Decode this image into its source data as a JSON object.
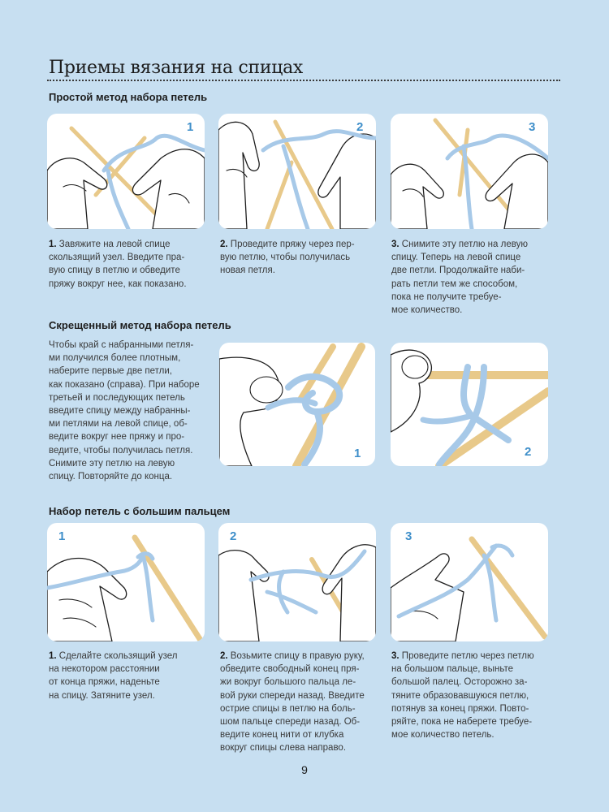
{
  "page": {
    "title": "Приемы вязания на спицах",
    "number": "9"
  },
  "sections": {
    "simple": {
      "heading": "Простой метод набора петель",
      "steps": [
        {
          "num": "1",
          "lead": "1.",
          "lines": [
            "Завяжите на левой спице",
            "скользящий узел. Введите пра-",
            "вую спицу в петлю и обведите",
            "пряжу вокруг нее, как показано."
          ]
        },
        {
          "num": "2",
          "lead": "2.",
          "lines": [
            "Проведите пряжу через пер-",
            "вую петлю, чтобы получилась",
            "новая петля."
          ]
        },
        {
          "num": "3",
          "lead": "3.",
          "lines": [
            "Снимите эту петлю на левую",
            "спицу. Теперь на левой спице",
            "две петли. Продолжайте наби-",
            "рать петли тем же способом,",
            "пока не получите требуе-",
            "мое количество."
          ]
        }
      ]
    },
    "crossed": {
      "heading": "Скрещенный метод набора петель",
      "lines": [
        "Чтобы край с набранными петля-",
        "ми получился более плотным,",
        "наберите первые две петли,",
        "как показано (справа). При наборе",
        "третьей и последующих петель",
        "введите спицу между набранны-",
        "ми петлями на левой спице, об-",
        "ведите вокруг нее пряжу и про-",
        "ведите, чтобы получилась петля.",
        "Снимите эту петлю на левую",
        "спицу. Повторяйте до конца."
      ],
      "steps": [
        {
          "num": "1"
        },
        {
          "num": "2"
        }
      ]
    },
    "thumb": {
      "heading": "Набор петель с большим пальцем",
      "steps": [
        {
          "num": "1",
          "lead": "1.",
          "lines": [
            "Сделайте скользящий узел",
            "на некотором расстоянии",
            "от конца пряжи, наденьте",
            "на спицу. Затяните узел."
          ]
        },
        {
          "num": "2",
          "lead": "2.",
          "lines": [
            "Возьмите спицу в правую руку,",
            "обведите свободный конец пря-",
            "жи вокруг большого пальца ле-",
            "вой руки спереди назад. Введите",
            "острие спицы в петлю на боль-",
            "шом пальце спереди назад. Об-",
            "ведите конец нити от клубка",
            "вокруг спицы слева направо."
          ]
        },
        {
          "num": "3",
          "lead": "3.",
          "lines": [
            "Проведите петлю через петлю",
            "на большом пальце, выньте",
            "большой палец. Осторожно за-",
            "тяните образовавшуюся петлю,",
            "потянув за конец пряжи. Повто-",
            "ряйте, пока не наберете требуе-",
            "мое количество петель."
          ]
        }
      ]
    }
  },
  "colors": {
    "background": "#c7dff1",
    "card": "#ffffff",
    "accent": "#3f8fca",
    "yarn": "#a7c9e8",
    "needle": "#e8c98a"
  }
}
